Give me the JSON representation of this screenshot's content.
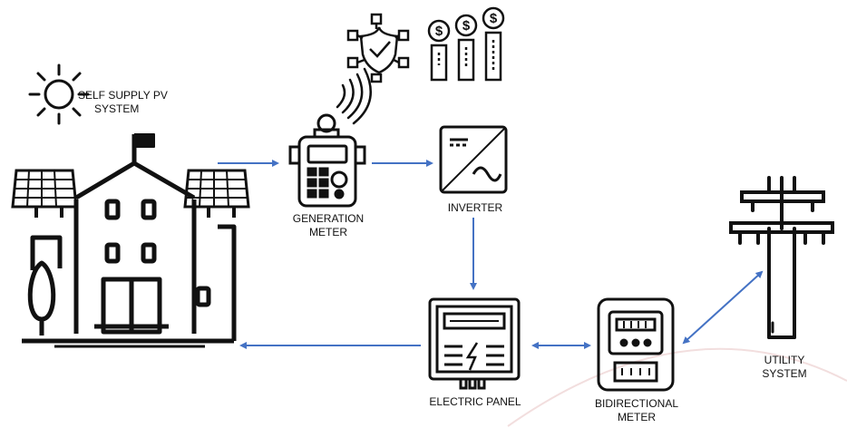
{
  "labels": {
    "pv_system_line1": "SELF SUPPLY PV",
    "pv_system_line2": "SYSTEM",
    "generation_meter_line1": "GENERATION",
    "generation_meter_line2": "METER",
    "inverter": "INVERTER",
    "electric_panel": "ELECTRIC PANEL",
    "bidirectional_meter_line1": "BIDIRECTIONAL",
    "bidirectional_meter_line2": "METER",
    "utility_system_line1": "UTILITY",
    "utility_system_line2": "SYSTEM"
  },
  "icons": {
    "sun": "sun-icon",
    "house": "house-with-solar-panels-icon",
    "generation_meter": "generation-meter-icon",
    "wireless": "wireless-signal-icon",
    "network_shield": "network-shield-icon",
    "money": "dollar-bars-icon",
    "inverter": "inverter-icon",
    "electric_panel": "electric-panel-icon",
    "bidirectional_meter": "bidirectional-meter-icon",
    "utility_pole": "utility-pole-icon"
  },
  "colors": {
    "arrow": "#4472c4",
    "icon": "#111111",
    "background": "#ffffff"
  }
}
